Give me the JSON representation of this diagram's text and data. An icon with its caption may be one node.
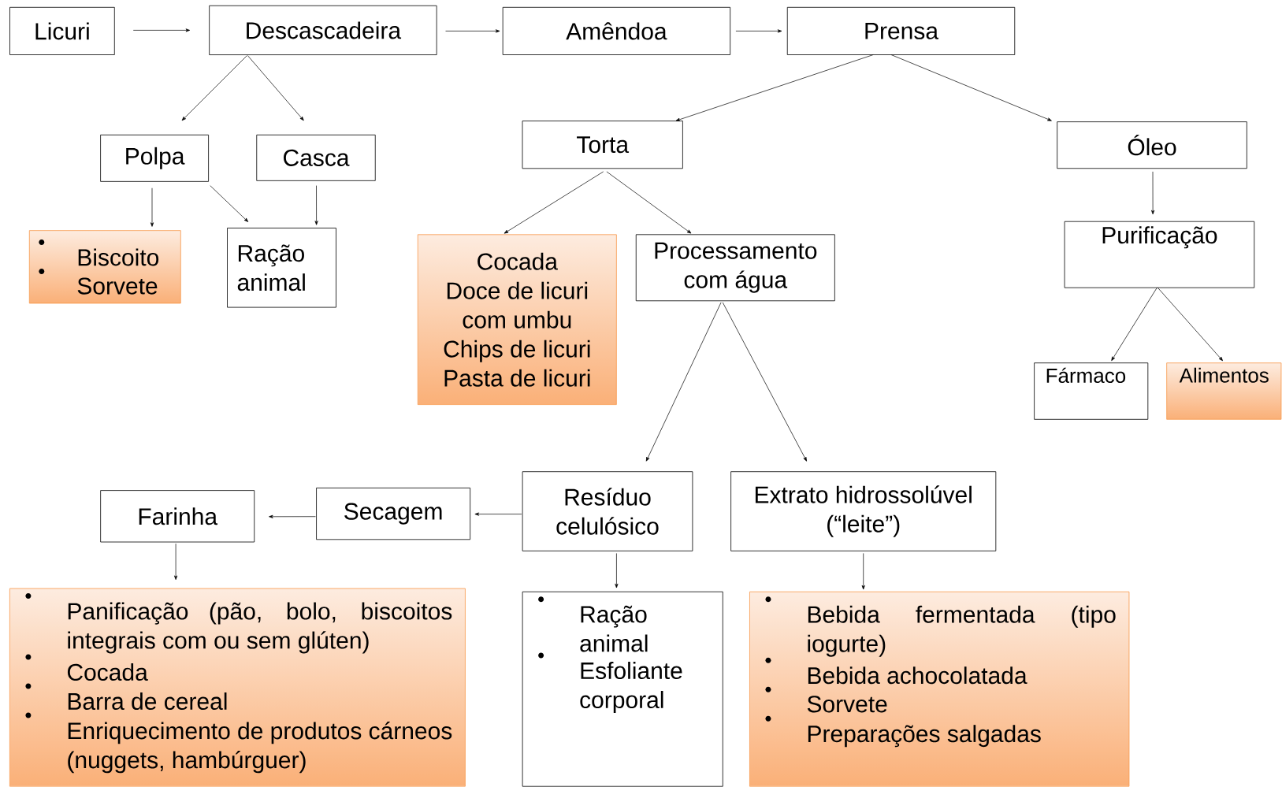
{
  "diagram": {
    "nodes": [
      {
        "text": [
          "Licuri"
        ]
      },
      {
        "text": [
          "Descascadeira"
        ]
      },
      {
        "text": [
          "Amêndoa"
        ]
      },
      {
        "text": [
          "Prensa"
        ]
      },
      {
        "text": [
          "Polpa"
        ]
      },
      {
        "text": [
          "Casca"
        ]
      },
      {
        "text": [
          "Biscoito",
          "Sorvete"
        ]
      },
      {
        "text": [
          "Ração animal"
        ]
      },
      {
        "text": [
          "Torta"
        ]
      },
      {
        "text": [
          "Óleo"
        ]
      },
      {
        "text": [
          "Cocada",
          "Doce de licuri com umbu",
          "Chips de licuri",
          "Pasta de licuri"
        ]
      },
      {
        "text": [
          "Processamento com água"
        ]
      },
      {
        "text": [
          "Purificação"
        ]
      },
      {
        "text": [
          "Fármaco"
        ]
      },
      {
        "text": [
          "Alimentos"
        ]
      },
      {
        "text": [
          "Resíduo celulósico"
        ]
      },
      {
        "text": [
          "Extrato hidrossolúvel (“leite”)"
        ]
      },
      {
        "text": [
          "Secagem"
        ]
      },
      {
        "text": [
          "Farinha"
        ]
      },
      {
        "text": [
          "Panificação (pão, bolo, biscoitos integrais com ou sem glúten)",
          "Cocada",
          "Barra de cereal",
          "Enriquecimento de produtos cárneos (nuggets, hambúrguer)"
        ]
      },
      {
        "text": [
          "Ração animal",
          "Esfoliante corporal"
        ]
      },
      {
        "text": [
          "Bebida fermentada (tipo iogurte)",
          "Bebida achocolatada",
          "Sorvete",
          "Preparações salgadas"
        ]
      }
    ],
    "edges": [
      {
        "from": 0,
        "to": 1,
        "arrow": "to"
      },
      {
        "from": 1,
        "to": 2,
        "arrow": "to"
      },
      {
        "from": 2,
        "to": 3,
        "arrow": "to"
      },
      {
        "from": 1,
        "to": 4,
        "arrow": "to"
      },
      {
        "from": 1,
        "to": 5,
        "arrow": "to"
      },
      {
        "from": 4,
        "to": 6,
        "arrow": "to"
      },
      {
        "from": 4,
        "to": 7,
        "arrow": "to"
      },
      {
        "from": 5,
        "to": 7,
        "arrow": "to"
      },
      {
        "from": 3,
        "to": 8,
        "arrow": "to"
      },
      {
        "from": 3,
        "to": 9,
        "arrow": "to"
      },
      {
        "from": 8,
        "to": 10,
        "arrow": "to"
      },
      {
        "from": 8,
        "to": 11,
        "arrow": "to"
      },
      {
        "from": 9,
        "to": 12,
        "arrow": "to"
      },
      {
        "from": 12,
        "to": 13,
        "arrow": "to"
      },
      {
        "from": 12,
        "to": 14,
        "arrow": "to"
      },
      {
        "from": 11,
        "to": 15,
        "arrow": "to"
      },
      {
        "from": 11,
        "to": 16,
        "arrow": "to"
      },
      {
        "from": 15,
        "to": 17,
        "arrow": "to"
      },
      {
        "from": 17,
        "to": 18,
        "arrow": "to"
      },
      {
        "from": 18,
        "to": 19,
        "arrow": "to"
      },
      {
        "from": 15,
        "to": 20,
        "arrow": "to"
      },
      {
        "from": 16,
        "to": 21,
        "arrow": "to"
      }
    ]
  }
}
